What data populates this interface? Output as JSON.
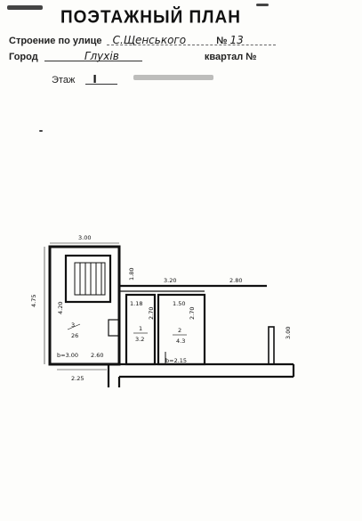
{
  "header": {
    "title": "ПОЭТАЖНЫЙ ПЛАН",
    "street_label": "Строение по улице",
    "street_value": "С.Щенського",
    "house_no_label": "№",
    "house_no_value": "13",
    "city_label": "Город",
    "city_value": "Глухів",
    "quarter_label": "квартал №",
    "floor_label": "Этаж",
    "floor_value": "I"
  },
  "plan": {
    "dimensions": {
      "top_width": "3.00",
      "left_height": "4.75",
      "inner_height": "4.20",
      "shaft_height": "1.80",
      "corridor_width": "3.20",
      "right_wall": "2.80",
      "right_height": "3.00",
      "bottom_width": "2.25",
      "room1_width": "1.18",
      "room1_height": "2.70",
      "room2_width": "1.50",
      "room2_height": "2.70",
      "base_left": "b=3.00",
      "base_mid": "2.60",
      "base_room2": "b=2.15"
    },
    "rooms": [
      {
        "number": "3",
        "area": "26"
      },
      {
        "number": "1",
        "area": "3.2"
      },
      {
        "number": "2",
        "area": "4.3"
      }
    ]
  }
}
